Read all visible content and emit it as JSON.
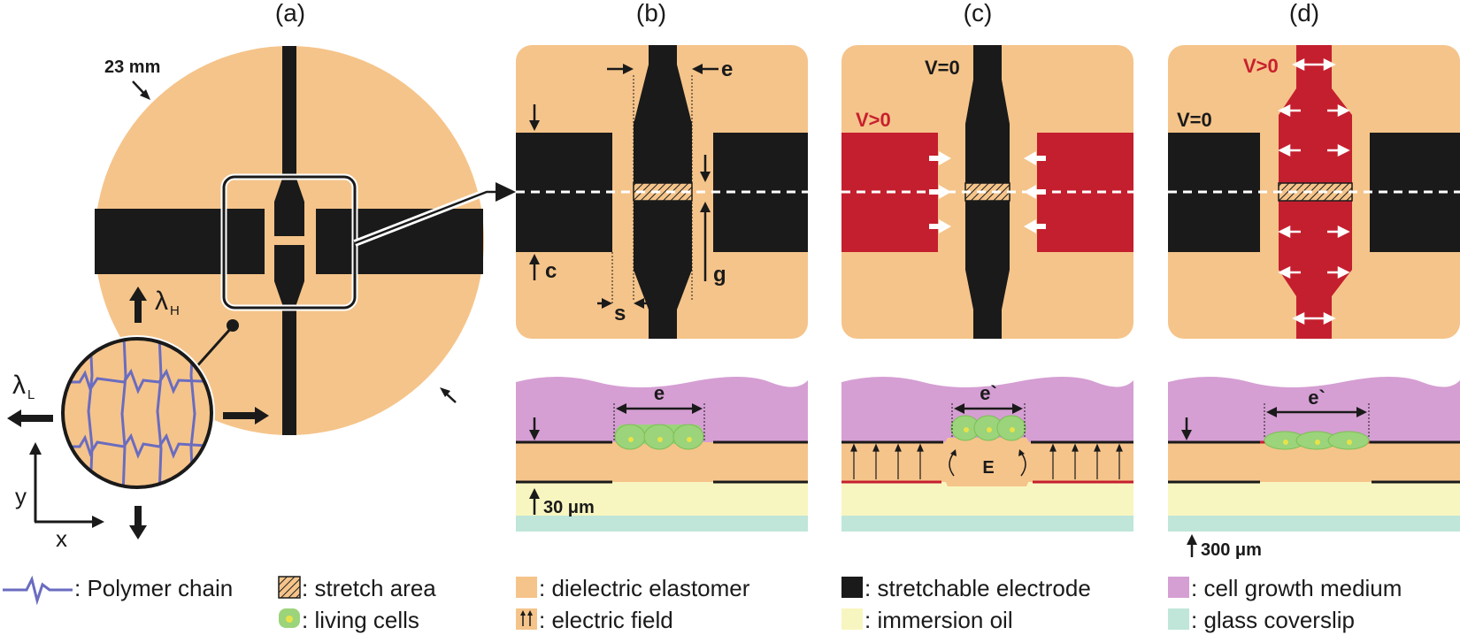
{
  "panels": {
    "a": {
      "label": "(a)",
      "diameter": "23 mm",
      "lambda_h_symbol": "λ",
      "lambda_h_sub": "H",
      "lambda_l_symbol": "λ",
      "lambda_l_sub": "L",
      "axis_x": "x",
      "axis_y": "y"
    },
    "b": {
      "label": "(b)",
      "dim_e": "e",
      "dim_c": "c",
      "dim_g": "g",
      "dim_s": "s",
      "side_e": "e",
      "side_thickness": "30 μm"
    },
    "c": {
      "label": "(c)",
      "v_zero": "V=0",
      "v_pos": "V>0",
      "side_e": "e`",
      "field_label": "E"
    },
    "d": {
      "label": "(d)",
      "v_pos": "V>0",
      "v_zero": "V=0",
      "side_e": "e`",
      "side_thickness": "300 μm"
    }
  },
  "legend": {
    "polymer_chain": ": Polymer chain",
    "stretch_area": ": stretch area",
    "living_cells": ": living cells",
    "dielectric_elastomer": ": dielectric elastomer",
    "electric_field": ": electric field",
    "stretchable_electrode": ": stretchable electrode",
    "immersion_oil": ": immersion oil",
    "cell_growth_medium": ": cell growth medium",
    "glass_coverslip": ": glass coverslip"
  },
  "colors": {
    "elastomer": "#f5c48a",
    "electrode": "#1a1a1a",
    "active_electrode": "#c41f2e",
    "medium": "#d59fd3",
    "oil": "#f8f6c0",
    "glass": "#bfe6d8",
    "cells": "#9bd47a",
    "polymer": "#6a6cc0"
  }
}
